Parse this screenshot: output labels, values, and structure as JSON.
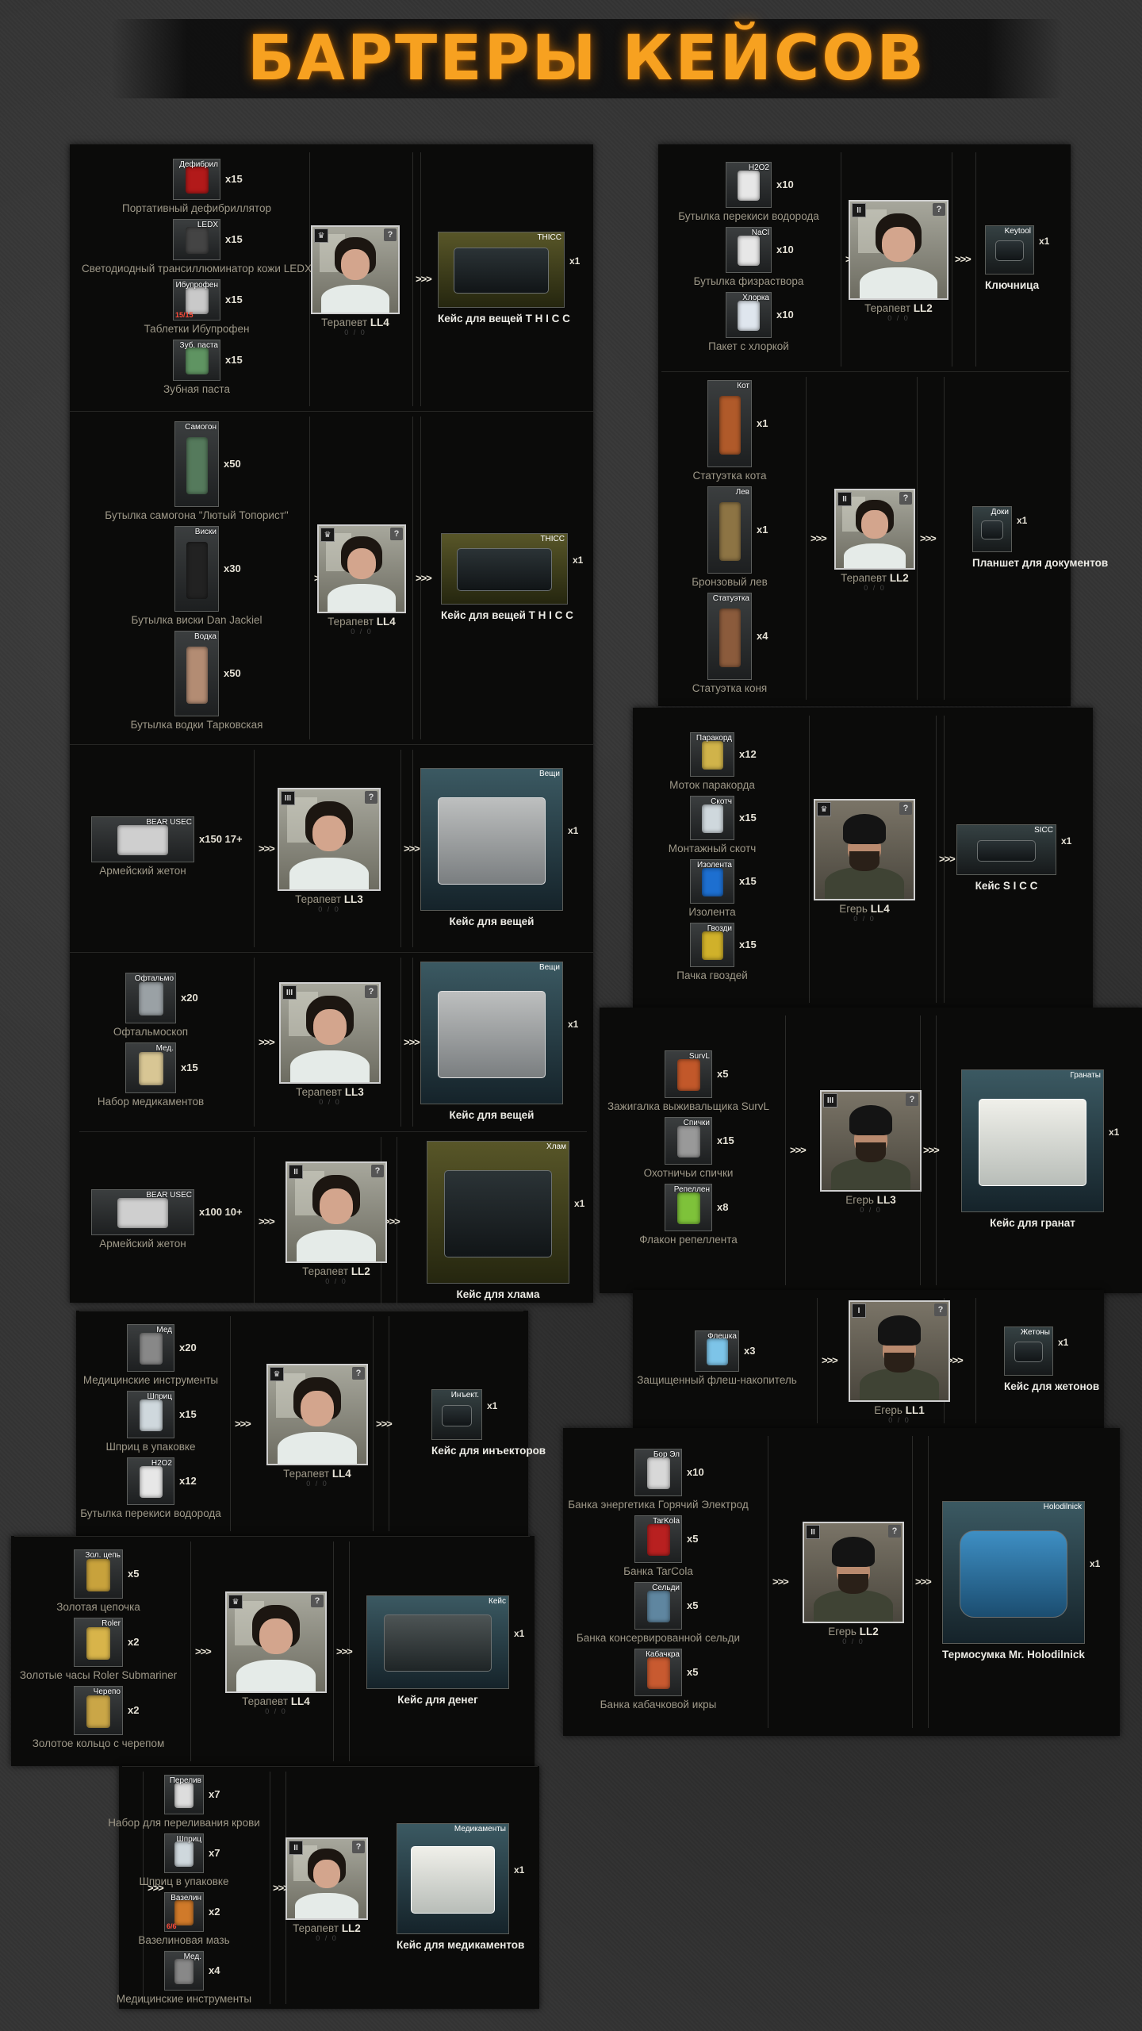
{
  "title": "БАРТЕРЫ КЕЙСОВ",
  "arrow": ">>>",
  "panels": [
    {
      "id": "L1",
      "rows": [
        {
          "ingredients": [
            {
              "tag": "Дефибрил",
              "qty": "x15",
              "name": "Портативный дефибриллятор",
              "color": "#b21a1a",
              "extra": ""
            },
            {
              "tag": "LEDX",
              "qty": "x15",
              "name": "Светодиодный трансиллюминатор кожи LEDX",
              "color": "#444",
              "extra": ""
            },
            {
              "tag": "Ибупрофен",
              "qty": "x15",
              "name": "Таблетки Ибупрофен",
              "color": "#c9c9c9",
              "extra": "15/15"
            },
            {
              "tag": "Зуб. паста",
              "qty": "x15",
              "name": "Зубная паста",
              "color": "#5f9462",
              "extra": ""
            }
          ],
          "trader": {
            "name": "Терапевт",
            "level": "LL4",
            "badge": "♛",
            "sub": "0 / 0"
          },
          "reward": {
            "tag": "THICC",
            "name": "Кейс для вещей T H I C C",
            "qty": "x1"
          }
        },
        {
          "ingredients": [
            {
              "tag": "Самогон",
              "qty": "x50",
              "name": "Бутылка самогона \"Лютый Топорист\"",
              "color": "#557a5c",
              "extra": ""
            },
            {
              "tag": "Виски",
              "qty": "x30",
              "name": "Бутылка виски Dan Jackiel",
              "color": "#222",
              "extra": ""
            },
            {
              "tag": "Водка",
              "qty": "x50",
              "name": "Бутылка водки Тарковская",
              "color": "#b38c73",
              "extra": ""
            }
          ],
          "trader": {
            "name": "Терапевт",
            "level": "LL4",
            "badge": "♛",
            "sub": "0 / 0"
          },
          "reward": {
            "tag": "THICC",
            "name": "Кейс для вещей T H I C C",
            "qty": "x1"
          }
        },
        {
          "ingredients": [
            {
              "tag": "BEAR USEC",
              "qty": "x150 17+",
              "name": "Армейский жетон",
              "color": "#cfcfcf",
              "extra": ""
            }
          ],
          "trader": {
            "name": "Терапевт",
            "level": "LL3",
            "badge": "III",
            "sub": "0 / 0"
          },
          "reward": {
            "tag": "Вещи",
            "name": "Кейс для вещей",
            "qty": "x1"
          }
        },
        {
          "ingredients": [
            {
              "tag": "Офтальмо",
              "qty": "x20",
              "name": "Офтальмоскоп",
              "color": "#9aa1a5",
              "extra": ""
            },
            {
              "tag": "Мед.",
              "qty": "x15",
              "name": "Набор медикаментов",
              "color": "#d8c694",
              "extra": ""
            }
          ],
          "trader": {
            "name": "Терапевт",
            "level": "LL3",
            "badge": "III",
            "sub": "0 / 0"
          },
          "reward": {
            "tag": "Вещи",
            "name": "Кейс для вещей",
            "qty": "x1"
          }
        },
        {
          "ingredients": [
            {
              "tag": "BEAR USEC",
              "qty": "x100 10+",
              "name": "Армейский жетон",
              "color": "#cfcfcf",
              "extra": ""
            }
          ],
          "trader": {
            "name": "Терапевт",
            "level": "LL2",
            "badge": "II",
            "sub": "0 / 0"
          },
          "reward": {
            "tag": "Хлам",
            "name": "Кейс для хлама",
            "qty": "x1"
          }
        },
        {
          "ingredients": [
            {
              "tag": "Мед",
              "qty": "x20",
              "name": "Медицинские инструменты",
              "color": "#888",
              "extra": ""
            },
            {
              "tag": "Шприц",
              "qty": "x15",
              "name": "Шприц в упаковке",
              "color": "#cfd8dd",
              "extra": ""
            },
            {
              "tag": "H2O2",
              "qty": "x12",
              "name": "Бутылка перекиси водорода",
              "color": "#e7e7e7",
              "extra": ""
            }
          ],
          "trader": {
            "name": "Терапевт",
            "level": "LL4",
            "badge": "♛",
            "sub": "0 / 0"
          },
          "reward": {
            "tag": "Инъект.",
            "name": "Кейс для инъекторов",
            "qty": "x1"
          }
        },
        {
          "ingredients": [
            {
              "tag": "Зол. цепь",
              "qty": "x5",
              "name": "Золотая цепочка",
              "color": "#c8a23c",
              "extra": ""
            },
            {
              "tag": "Roler",
              "qty": "x2",
              "name": "Золотые часы Roler Submariner",
              "color": "#d8b44a",
              "extra": ""
            },
            {
              "tag": "Черепо",
              "qty": "x2",
              "name": "Золотое кольцо с черепом",
              "color": "#caa647",
              "extra": ""
            }
          ],
          "trader": {
            "name": "Терапевт",
            "level": "LL4",
            "badge": "♛",
            "sub": "0 / 0"
          },
          "reward": {
            "tag": "Кейс",
            "name": "Кейс для денег",
            "qty": "x1"
          }
        },
        {
          "ingredients": [
            {
              "tag": "Перелив",
              "qty": "x7",
              "name": "Набор для переливания крови",
              "color": "#ddd",
              "extra": ""
            },
            {
              "tag": "Шприц",
              "qty": "x7",
              "name": "Шприц в упаковке",
              "color": "#cfd8dd",
              "extra": ""
            },
            {
              "tag": "Вазелин",
              "qty": "x2",
              "name": "Вазелиновая мазь",
              "color": "#d07a2a",
              "extra": "6/6"
            },
            {
              "tag": "Мед.",
              "qty": "x4",
              "name": "Медицинские инструменты",
              "color": "#888",
              "extra": ""
            }
          ],
          "trader": {
            "name": "Терапевт",
            "level": "LL2",
            "badge": "II",
            "sub": "0 / 0"
          },
          "reward": {
            "tag": "Медикаменты",
            "name": "Кейс для медикаментов",
            "qty": "x1"
          }
        }
      ]
    },
    {
      "id": "R1",
      "rows": [
        {
          "ingredients": [
            {
              "tag": "H2O2",
              "qty": "x10",
              "name": "Бутылка перекиси водорода",
              "color": "#e7e7e7",
              "extra": ""
            },
            {
              "tag": "NaCl",
              "qty": "x10",
              "name": "Бутылка физраствора",
              "color": "#e7e7e7",
              "extra": ""
            },
            {
              "tag": "Хлорка",
              "qty": "x10",
              "name": "Пакет с хлоркой",
              "color": "#dfe6ee",
              "extra": ""
            }
          ],
          "trader": {
            "name": "Терапевт",
            "level": "LL2",
            "badge": "II",
            "sub": "0 / 0"
          },
          "reward": {
            "tag": "Keytool",
            "name": "Ключница",
            "qty": "x1"
          }
        },
        {
          "ingredients": [
            {
              "tag": "Кот",
              "qty": "x1",
              "name": "Статуэтка кота",
              "color": "#b05a2a",
              "extra": ""
            },
            {
              "tag": "Лев",
              "qty": "x1",
              "name": "Бронзовый лев",
              "color": "#8d7444",
              "extra": ""
            },
            {
              "tag": "Статуэтка",
              "qty": "x4",
              "name": "Статуэтка коня",
              "color": "#8b5b3c",
              "extra": ""
            }
          ],
          "trader": {
            "name": "Терапевт",
            "level": "LL2",
            "badge": "II",
            "sub": "0 / 0"
          },
          "reward": {
            "tag": "Доки",
            "name": "Планшет для документов",
            "qty": "x1"
          }
        }
      ]
    },
    {
      "id": "R2",
      "rows": [
        {
          "ingredients": [
            {
              "tag": "Паракорд",
              "qty": "x12",
              "name": "Моток паракорда",
              "color": "#d0b34a",
              "extra": ""
            },
            {
              "tag": "Скотч",
              "qty": "x15",
              "name": "Монтажный скотч",
              "color": "#cfd8dd",
              "extra": ""
            },
            {
              "tag": "Изолента",
              "qty": "x15",
              "name": "Изолента",
              "color": "#1d6fd0",
              "extra": ""
            },
            {
              "tag": "Гвозди",
              "qty": "x15",
              "name": "Пачка гвоздей",
              "color": "#d0b12a",
              "extra": ""
            }
          ],
          "trader": {
            "name": "Егерь",
            "level": "LL4",
            "badge": "♛",
            "sub": "0 / 0"
          },
          "reward": {
            "tag": "SICC",
            "name": "Кейс S I C C",
            "qty": "x1"
          }
        }
      ]
    },
    {
      "id": "R3",
      "rows": [
        {
          "ingredients": [
            {
              "tag": "SurvL",
              "qty": "x5",
              "name": "Зажигалка выживальщика SurvL",
              "color": "#c2582a",
              "extra": ""
            },
            {
              "tag": "Спички",
              "qty": "x15",
              "name": "Охотничьи спички",
              "color": "#999",
              "extra": ""
            },
            {
              "tag": "Репеллен",
              "qty": "x8",
              "name": "Флакон репеллента",
              "color": "#7ec23a",
              "extra": ""
            }
          ],
          "trader": {
            "name": "Егерь",
            "level": "LL3",
            "badge": "III",
            "sub": "0 / 0"
          },
          "reward": {
            "tag": "Гранаты",
            "name": "Кейс для гранат",
            "qty": "x1"
          }
        }
      ]
    },
    {
      "id": "R4",
      "rows": [
        {
          "ingredients": [
            {
              "tag": "Флешка",
              "qty": "x3",
              "name": "Защищенный флеш-накопитель",
              "color": "#7dc4e8",
              "extra": ""
            }
          ],
          "trader": {
            "name": "Егерь",
            "level": "LL1",
            "badge": "I",
            "sub": "0 / 0"
          },
          "reward": {
            "tag": "Жетоны",
            "name": "Кейс для жетонов",
            "qty": "x1"
          }
        }
      ]
    },
    {
      "id": "R5",
      "rows": [
        {
          "ingredients": [
            {
              "tag": "Бор Эл",
              "qty": "x10",
              "name": "Банка энергетика Горячий Электрод",
              "color": "#d8d8d8",
              "extra": ""
            },
            {
              "tag": "TarKola",
              "qty": "x5",
              "name": "Банка TarCola",
              "color": "#b82020",
              "extra": ""
            },
            {
              "tag": "Сельди",
              "qty": "x5",
              "name": "Банка консервированной сельди",
              "color": "#5f86a0",
              "extra": ""
            },
            {
              "tag": "Кабачкра",
              "qty": "x5",
              "name": "Банка кабачковой икры",
              "color": "#c85a30",
              "extra": ""
            }
          ],
          "trader": {
            "name": "Егерь",
            "level": "LL2",
            "badge": "II",
            "sub": "0 / 0"
          },
          "reward": {
            "tag": "Holodilnick",
            "name": "Термосумка Mr. Holodilnick",
            "qty": "x1"
          }
        }
      ]
    }
  ]
}
